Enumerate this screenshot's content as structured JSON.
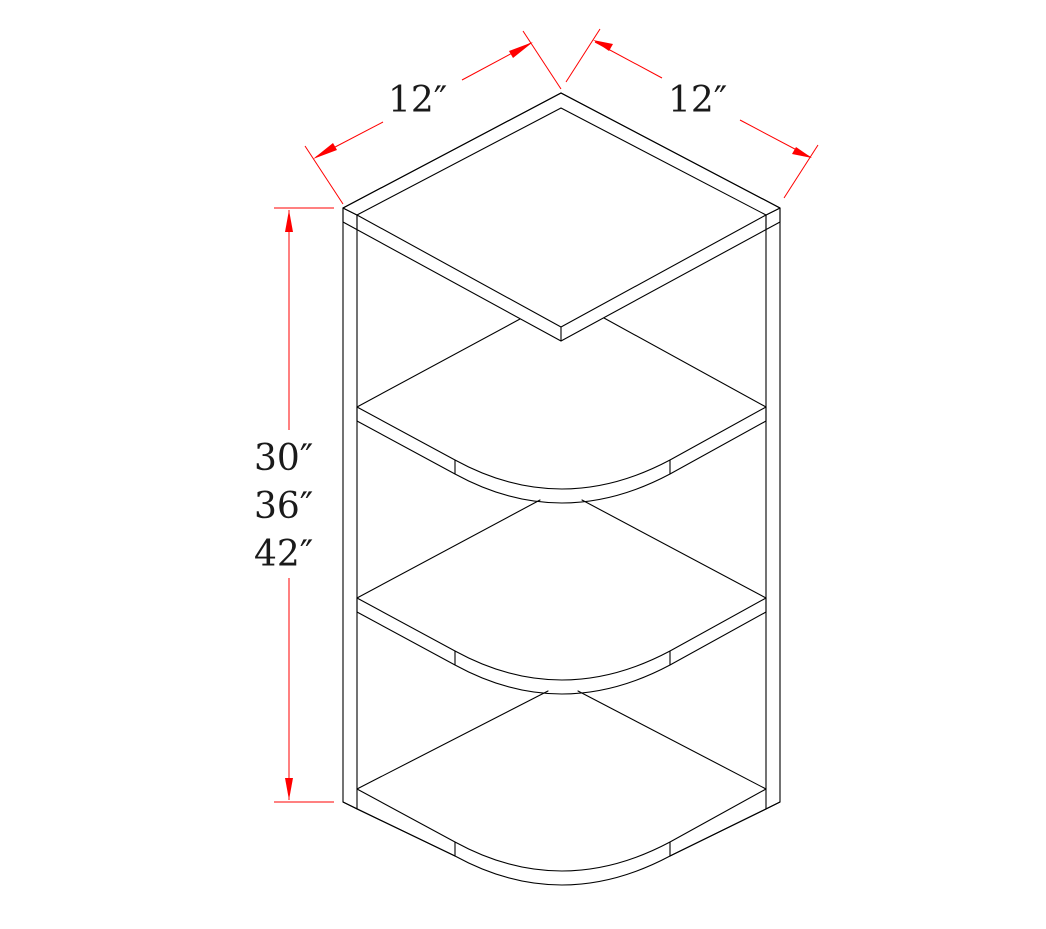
{
  "dimensions": {
    "width_left": "12″",
    "width_right": "12″",
    "heights": [
      "30″",
      "36″",
      "42″"
    ]
  },
  "colors": {
    "dimension_line": "#ff0000",
    "outline": "#000000",
    "text": "#1a1a1a",
    "background": "#ffffff"
  }
}
